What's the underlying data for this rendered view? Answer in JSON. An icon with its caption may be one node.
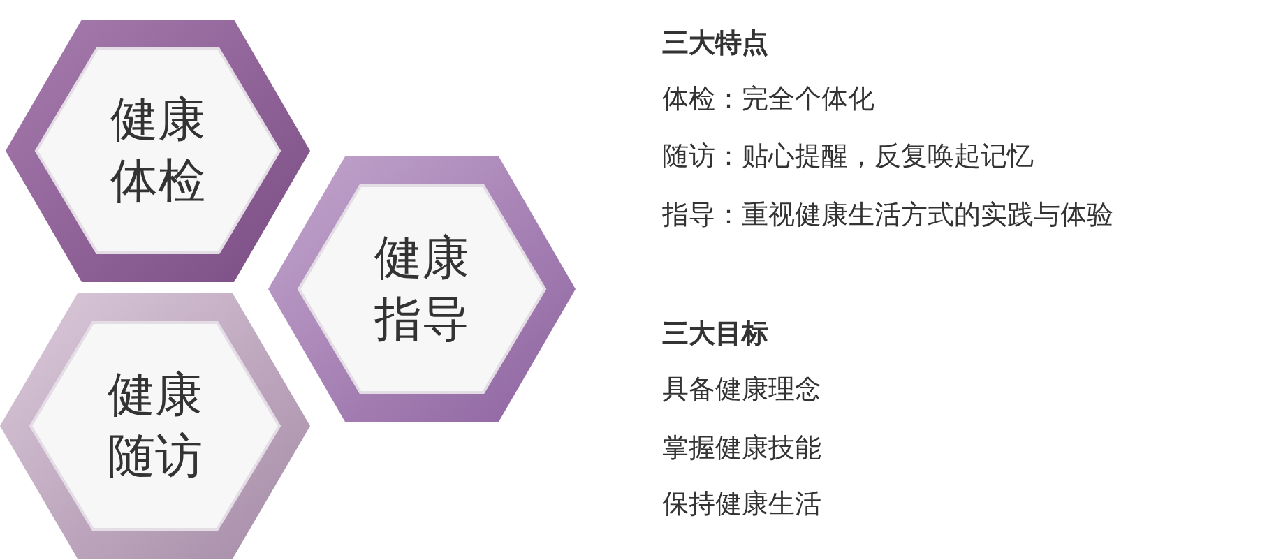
{
  "diagram": {
    "nodes": [
      {
        "text": [
          "健康体检"
        ]
      },
      {
        "text": [
          "健康指导"
        ]
      },
      {
        "text": [
          "健康随访"
        ]
      }
    ],
    "labels": [
      "三大特点",
      "体检：完全个体化",
      "随访：贴心提醒，反复唤起记忆",
      "指导：重视健康生活方式的实践与体验",
      "三大目标",
      "具备健康理念",
      "掌握健康技能",
      "保持健康生活"
    ]
  }
}
